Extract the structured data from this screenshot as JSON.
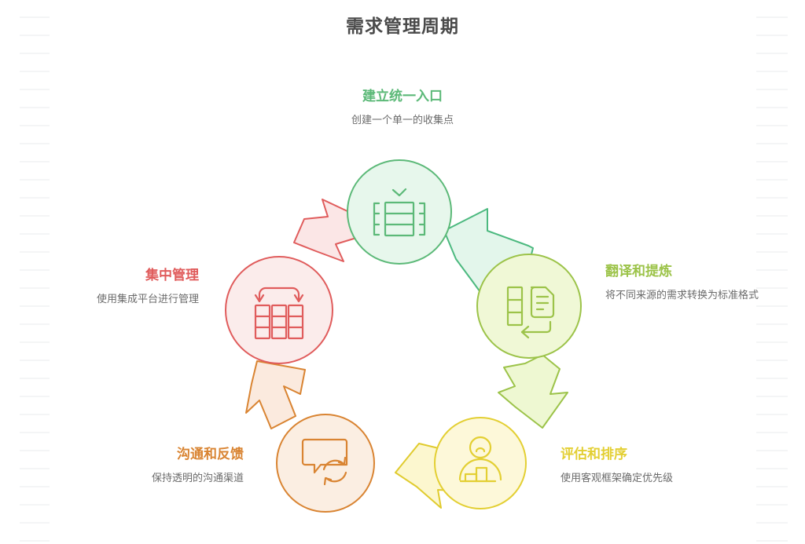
{
  "title": "需求管理周期",
  "diagram": {
    "type": "cycle",
    "direction": "clockwise",
    "stage_count": 5,
    "stages": [
      {
        "id": "stage-1",
        "position": "top",
        "title": "建立统一入口",
        "description": "创建一个单一的收集点",
        "icon": "inbox-collect-icon",
        "color": "#5cb978",
        "fill": "#e7f7ec",
        "arrow_fill": "#e3f6eb",
        "arrow_stroke": "#4cb97f"
      },
      {
        "id": "stage-2",
        "position": "right",
        "title": "翻译和提炼",
        "description": "将不同来源的需求转换为标准格式",
        "icon": "document-transform-icon",
        "color": "#9cc košík"
      },
      {
        "id": "stage-3",
        "position": "bottom-right",
        "title": "评估和排序",
        "description": "使用客观框架确定优先级",
        "icon": "person-priority-icon",
        "color": "#e3cf33",
        "fill": "#fdf8d9",
        "arrow_fill": "#fcf7cf",
        "arrow_stroke": "#e0cb2e"
      },
      {
        "id": "stage-4",
        "position": "bottom-left",
        "title": "沟通和反馈",
        "description": "保持透明的沟通渠道",
        "icon": "chat-sync-icon",
        "color": "#d98432",
        "fill": "#fbeee2",
        "arrow_fill": "#fbeade",
        "arrow_stroke": "#d98432"
      },
      {
        "id": "stage-5",
        "position": "left",
        "title": "集中管理",
        "description": "使用集成平台进行管理",
        "icon": "columns-merge-icon",
        "color": "#e05c5c",
        "fill": "#fbeceb",
        "arrow_fill": "#fbe6e6",
        "arrow_stroke": "#e05c5c"
      }
    ],
    "stage_2_color": "#9cc349",
    "stage_2_fill": "#f0f8d6",
    "stage_2_arrow_fill": "#eef8d2",
    "stage_2_arrow_stroke": "#9cc349"
  },
  "colors": {
    "title": "#4a4a4a",
    "description": "#6b6b6b",
    "background": "#ffffff"
  }
}
